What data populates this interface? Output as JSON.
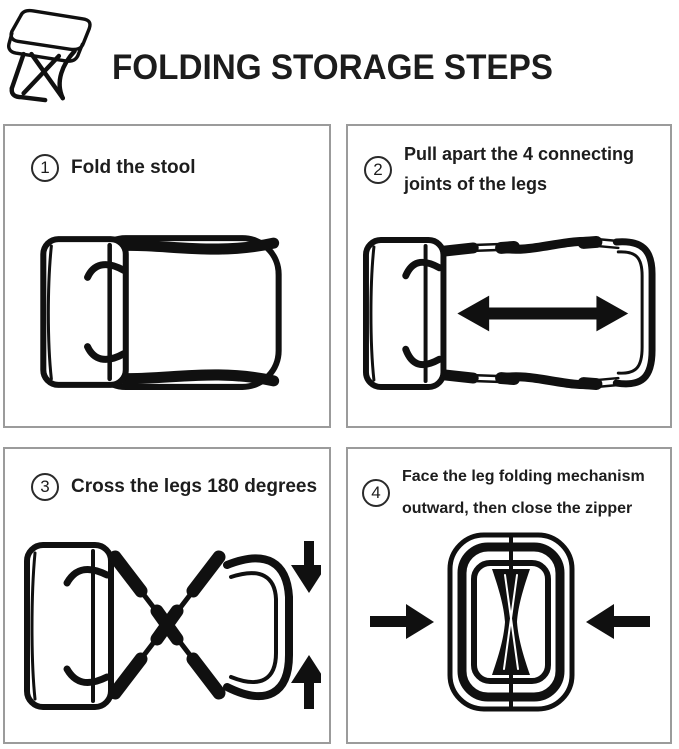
{
  "header": {
    "title": "FOLDING STORAGE STEPS",
    "icon": "folding-stool-icon"
  },
  "steps": [
    {
      "num": "1",
      "label": "Fold the stool",
      "illustration": "folded-stool-side-view"
    },
    {
      "num": "2",
      "label": "Pull apart the 4 connecting joints of the legs",
      "illustration": "stool-joints-pulled-apart-with-horizontal-double-arrow"
    },
    {
      "num": "3",
      "label": "Cross the legs 180 degrees",
      "illustration": "legs-crossed-in-x-with-down-and-up-arrows"
    },
    {
      "num": "4",
      "label": "Face the leg folding mechanism outward, then close the zipper",
      "illustration": "folded-bundle-pressed-by-inward-arrows"
    }
  ],
  "colors": {
    "ink": "#101010",
    "text": "#1c1c1c",
    "panel_border": "#9b9b9b",
    "background": "#ffffff"
  }
}
